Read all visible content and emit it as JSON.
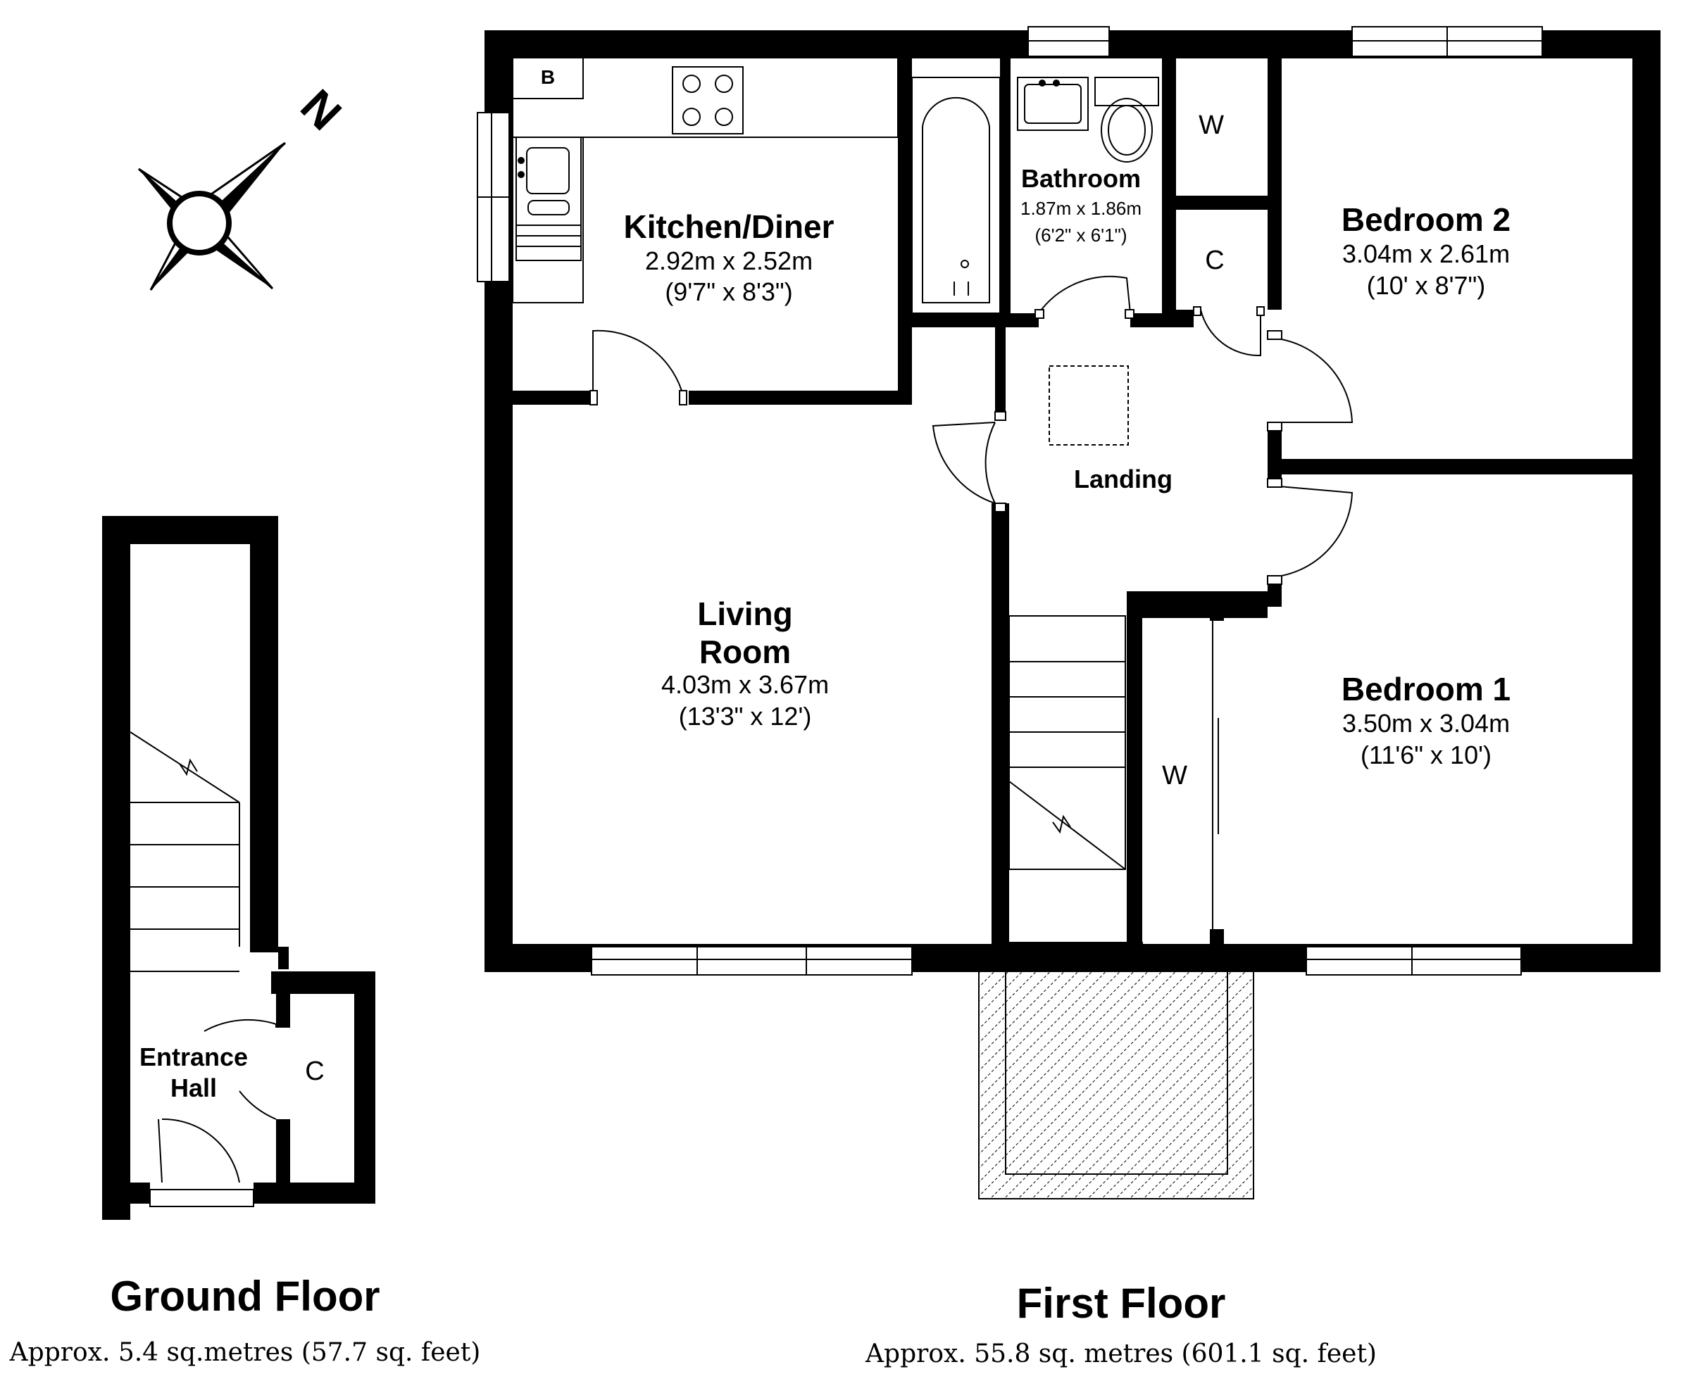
{
  "compass": {
    "north_label": "N",
    "icon": "compass-rose-icon"
  },
  "ground_floor": {
    "title": "Ground Floor",
    "area": "Approx. 5.4 sq.metres (57.7 sq. feet)",
    "rooms": {
      "entrance_hall": {
        "name_line1": "Entrance",
        "name_line2": "Hall"
      },
      "cupboard": {
        "label": "C"
      }
    }
  },
  "first_floor": {
    "title": "First Floor",
    "area": "Approx. 55.8 sq. metres (601.1 sq. feet)",
    "rooms": {
      "kitchen": {
        "name": "Kitchen/Diner",
        "metric": "2.92m x 2.52m",
        "imperial": "(9'7\" x 8'3\")",
        "boiler": "B"
      },
      "bathroom": {
        "name": "Bathroom",
        "metric": "1.87m x 1.86m",
        "imperial": "(6'2\" x 6'1\")"
      },
      "bedroom2": {
        "name": "Bedroom 2",
        "metric": "3.04m x 2.61m",
        "imperial": "(10' x 8'7\")"
      },
      "bedroom1": {
        "name": "Bedroom 1",
        "metric": "3.50m x 3.04m",
        "imperial": "(11'6\" x 10')"
      },
      "living": {
        "name_line1": "Living",
        "name_line2": "Room",
        "metric": "4.03m x 3.67m",
        "imperial": "(13'3\" x 12')"
      },
      "landing": {
        "name": "Landing"
      },
      "wardrobe_top": {
        "label": "W"
      },
      "cupboard_top": {
        "label": "C"
      },
      "wardrobe_bed1": {
        "label": "W"
      }
    }
  }
}
